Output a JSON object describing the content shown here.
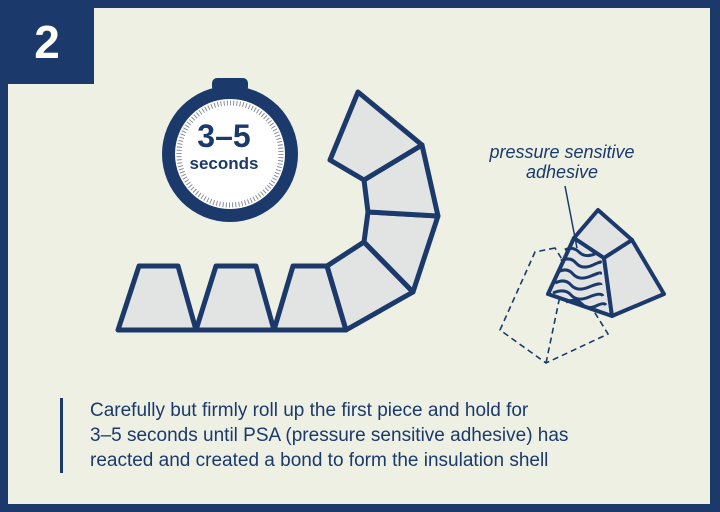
{
  "step": {
    "number": "2"
  },
  "timer": {
    "value": "3–5",
    "unit": "seconds"
  },
  "callout": {
    "line1": "pressure sensitive",
    "line2": "adhesive"
  },
  "description": {
    "lines": [
      "Carefully but firmly roll up the first piece and hold for",
      "3–5 seconds until PSA (pressure sensitive adhesive) has",
      "reacted and created a bond to form the insulation shell"
    ]
  },
  "colors": {
    "navy": "#1b3a6b",
    "panel": "#eef0e4",
    "segment_fill": "#e2e3e3",
    "white": "#ffffff"
  },
  "icons": [
    "stopwatch-icon",
    "insulation-segment-icon"
  ]
}
